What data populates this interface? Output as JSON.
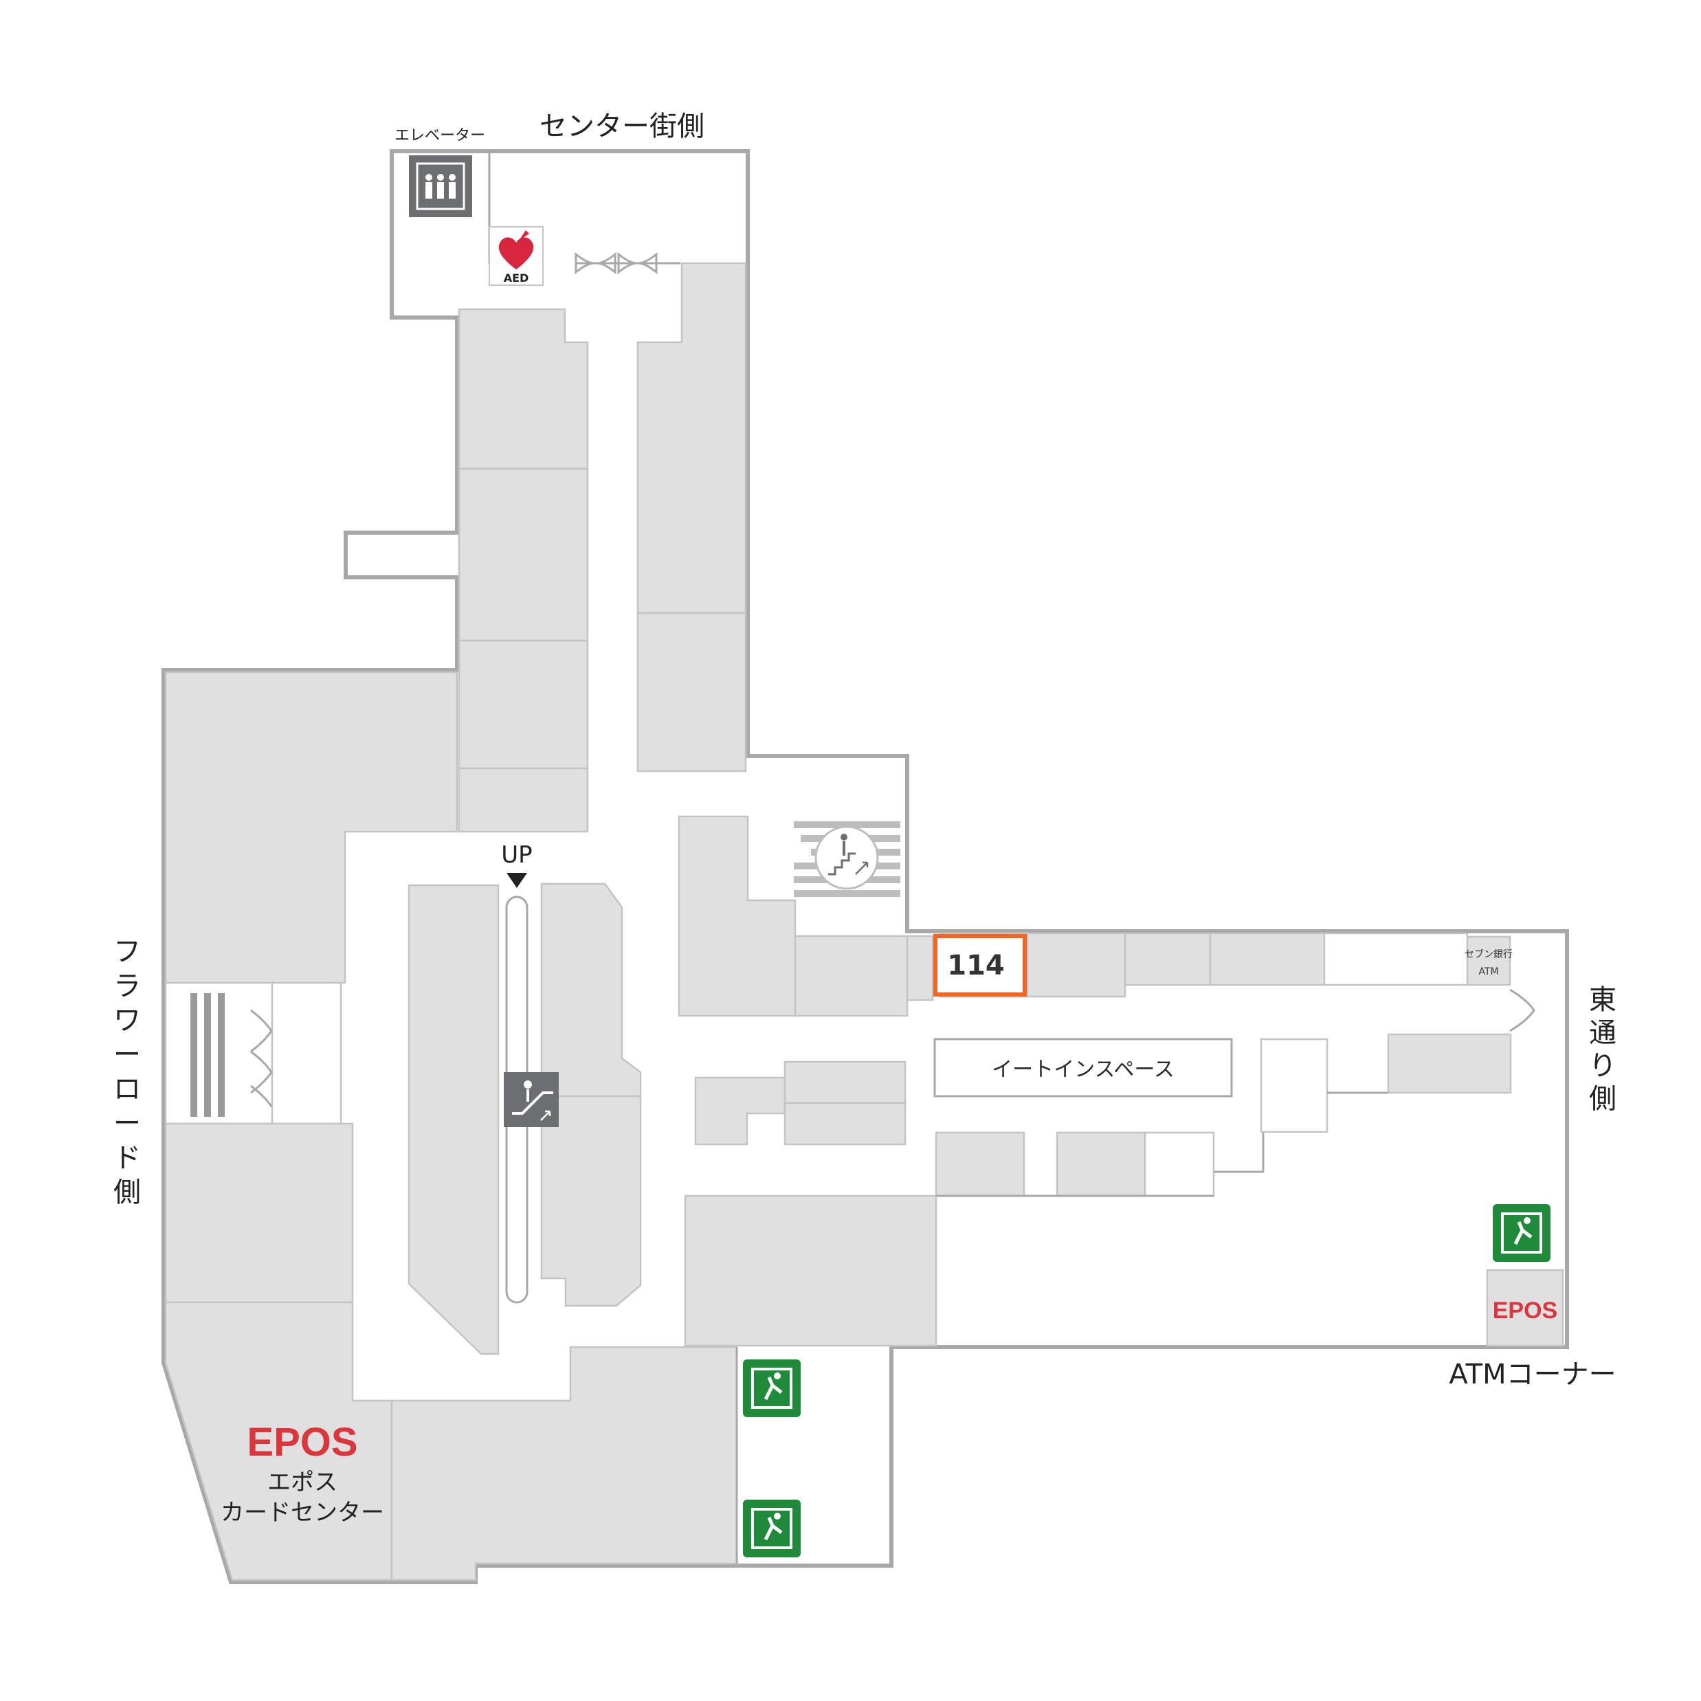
{
  "labels": {
    "elevator": "エレベーター",
    "center_street_side": "センター街側",
    "flower_road_side": [
      "フ",
      "ラ",
      "ワ",
      "ー",
      "ロ",
      "ー",
      "ド",
      "側"
    ],
    "east_street_side": [
      "東",
      "通",
      "り",
      "側"
    ],
    "atm_corner": "ATMコーナー",
    "up": "UP",
    "eat_in_space": "イートインスペース",
    "seven_bank_atm_line1": "セブン銀行",
    "seven_bank_atm_line2": "ATM",
    "aed": "AED",
    "epos_logo": "EPOS",
    "epos_small_logo": "EPOS",
    "epos_card_center_line1": "エポス",
    "epos_card_center_line2": "カードセンター"
  },
  "highlight": {
    "shop_number": "114",
    "color": "#f26522"
  },
  "colors": {
    "shop_fill": "#e0e0e0",
    "wall": "#a8a8a8",
    "exit_green": "#1e8a3a",
    "icon_gray": "#6d6e71",
    "aed_red": "#d7263d"
  },
  "icons": [
    "elevator-icon",
    "aed-icon",
    "stairs-icon",
    "escalator-icon",
    "emergency-exit-icon",
    "epos-logo-icon"
  ]
}
